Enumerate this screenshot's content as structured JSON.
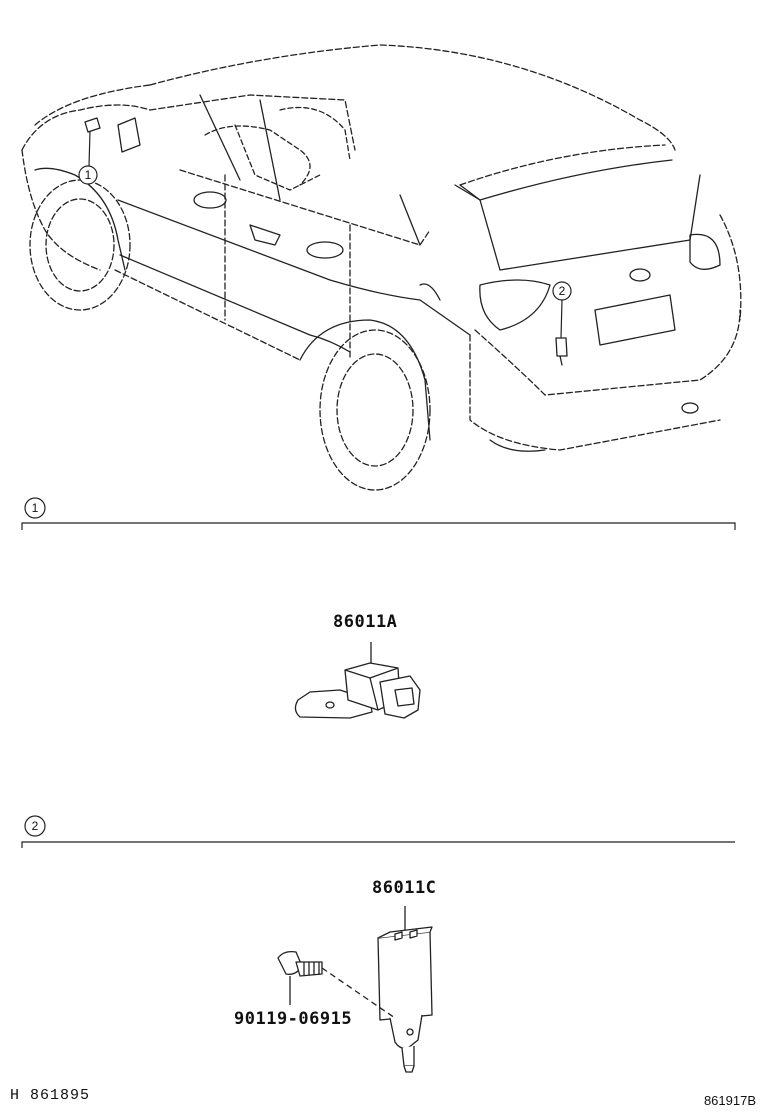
{
  "callouts": {
    "one": "1",
    "two": "2"
  },
  "sections": [
    {
      "number": "1",
      "parts": [
        {
          "number": "86011A"
        }
      ]
    },
    {
      "number": "2",
      "parts": [
        {
          "number": "86011C"
        },
        {
          "number": "90119-06915"
        }
      ]
    }
  ],
  "footer": {
    "left": "H 861895",
    "right": "861917B"
  }
}
